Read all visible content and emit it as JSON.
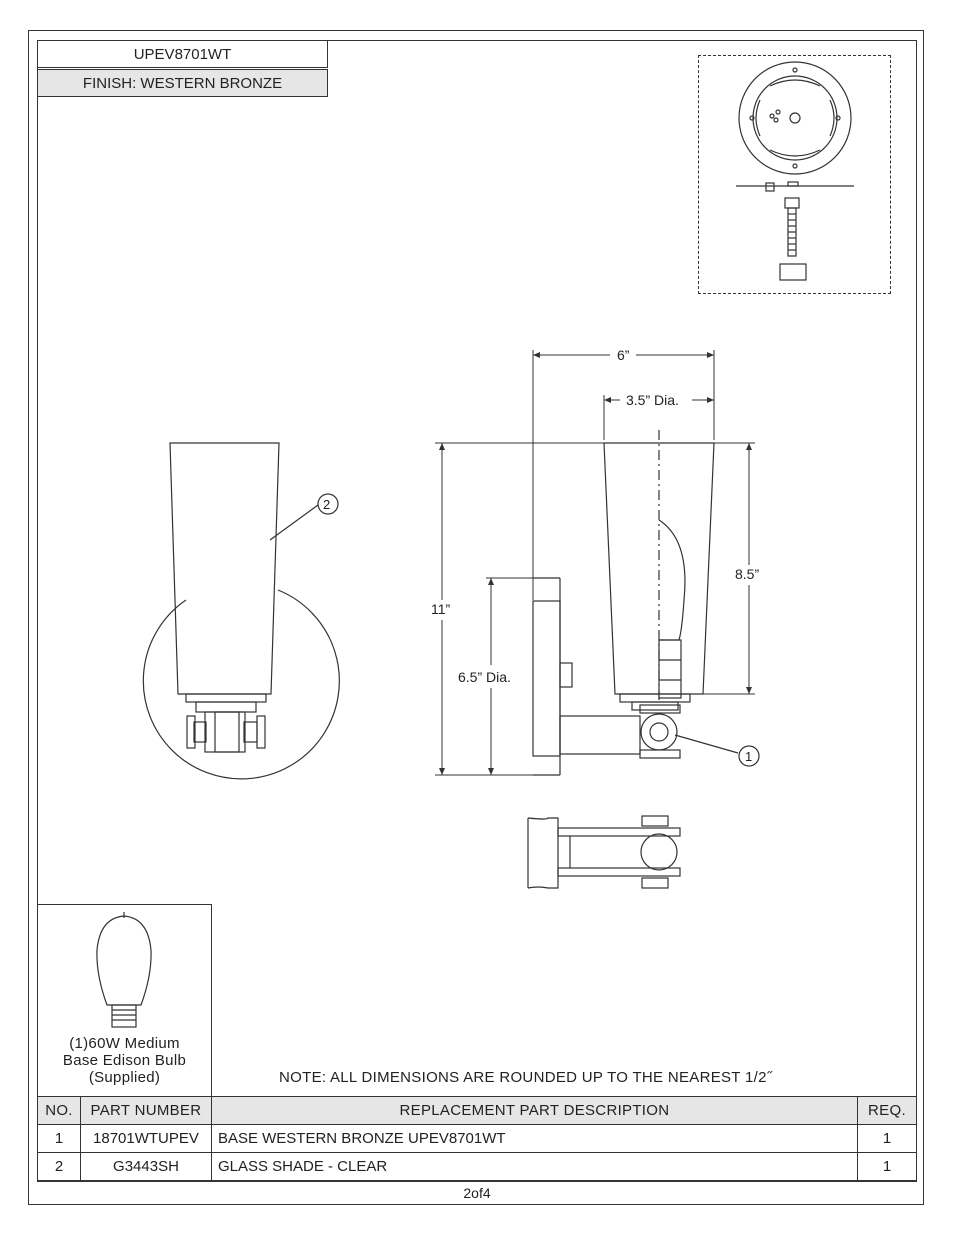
{
  "header": {
    "model": "UPEV8701WT",
    "finish": "FINISH:  WESTERN BRONZE"
  },
  "dimensions": {
    "width_top": "6”",
    "shade_dia": "3.5” Dia.",
    "height_total": "11”",
    "shade_height": "8.5”",
    "backplate_dia": "6.5” Dia."
  },
  "callouts": {
    "one": "1",
    "two": "2"
  },
  "bulb": {
    "caption_line1": "(1)60W Medium",
    "caption_line2": "Base Edison Bulb",
    "caption_line3": "(Supplied)"
  },
  "note": "NOTE:  ALL DIMENSIONS ARE ROUNDED UP TO THE NEAREST  1/2˝",
  "table": {
    "headers": [
      "NO.",
      "PART NUMBER",
      "REPLACEMENT PART DESCRIPTION",
      "REQ."
    ],
    "rows": [
      {
        "no": "1",
        "part": "18701WTUPEV",
        "desc": "BASE WESTERN BRONZE UPEV8701WT",
        "req": "1"
      },
      {
        "no": "2",
        "part": "G3443SH",
        "desc": "GLASS SHADE - CLEAR",
        "req": "1"
      }
    ]
  },
  "page": "2of4"
}
